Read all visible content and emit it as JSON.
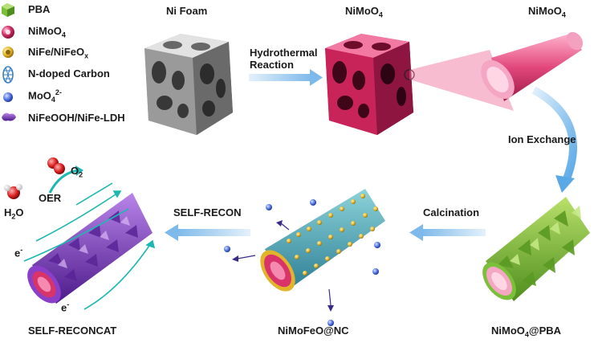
{
  "legend": [
    {
      "label": "PBA",
      "icon": "green-cube-icon",
      "color": "#7bbf3a"
    },
    {
      "label": "NiMoO",
      "sub": "4",
      "icon": "pink-sphere-icon",
      "color": "#d8346a"
    },
    {
      "label": "NiFe/NiFeO",
      "sub": "x",
      "icon": "gold-sphere-icon",
      "color": "#e2b42a"
    },
    {
      "label": "N-doped Carbon",
      "icon": "carbon-cage-icon",
      "color": "#3a7fc1"
    },
    {
      "label": "MoO",
      "sub": "4",
      "sup": "2-",
      "icon": "blue-sphere-icon",
      "color": "#4a6fe0"
    },
    {
      "label": "NiFeOOH/NiFe-LDH",
      "icon": "purple-sheet-icon",
      "color": "#8a3fc8"
    }
  ],
  "labels": {
    "ni_foam": "Ni Foam",
    "nimoo4_cube": "NiMoO",
    "nimoo4_cube_sub": "4",
    "nimoo4_rod": "NiMoO",
    "nimoo4_rod_sub": "4",
    "hydrothermal_1": "Hydrothermal",
    "hydrothermal_2": "Reaction",
    "ion_exchange": "Ion Exchange",
    "calcination": "Calcination",
    "self_recon": "SELF-RECON",
    "nimofeo_nc": "NiMoFeO@NC",
    "nimoo4_pba": "NiMoO",
    "nimoo4_pba_sub": "4",
    "nimoo4_pba_suffix": "@PBA",
    "self_reconcat": "SELF-RECONCAT",
    "oer": "OER",
    "o2": "O",
    "o2_sub": "2",
    "h2o": "H",
    "h2o_sub": "2",
    "h2o_end": "O",
    "electron": "e",
    "electron_sup": "-"
  },
  "colors": {
    "arrow": "#8ec5ef",
    "foam": "#9a9a9a",
    "nimoo4": "#c8245a",
    "pba": "#7bbf3a",
    "purple": "#7a35c0"
  }
}
